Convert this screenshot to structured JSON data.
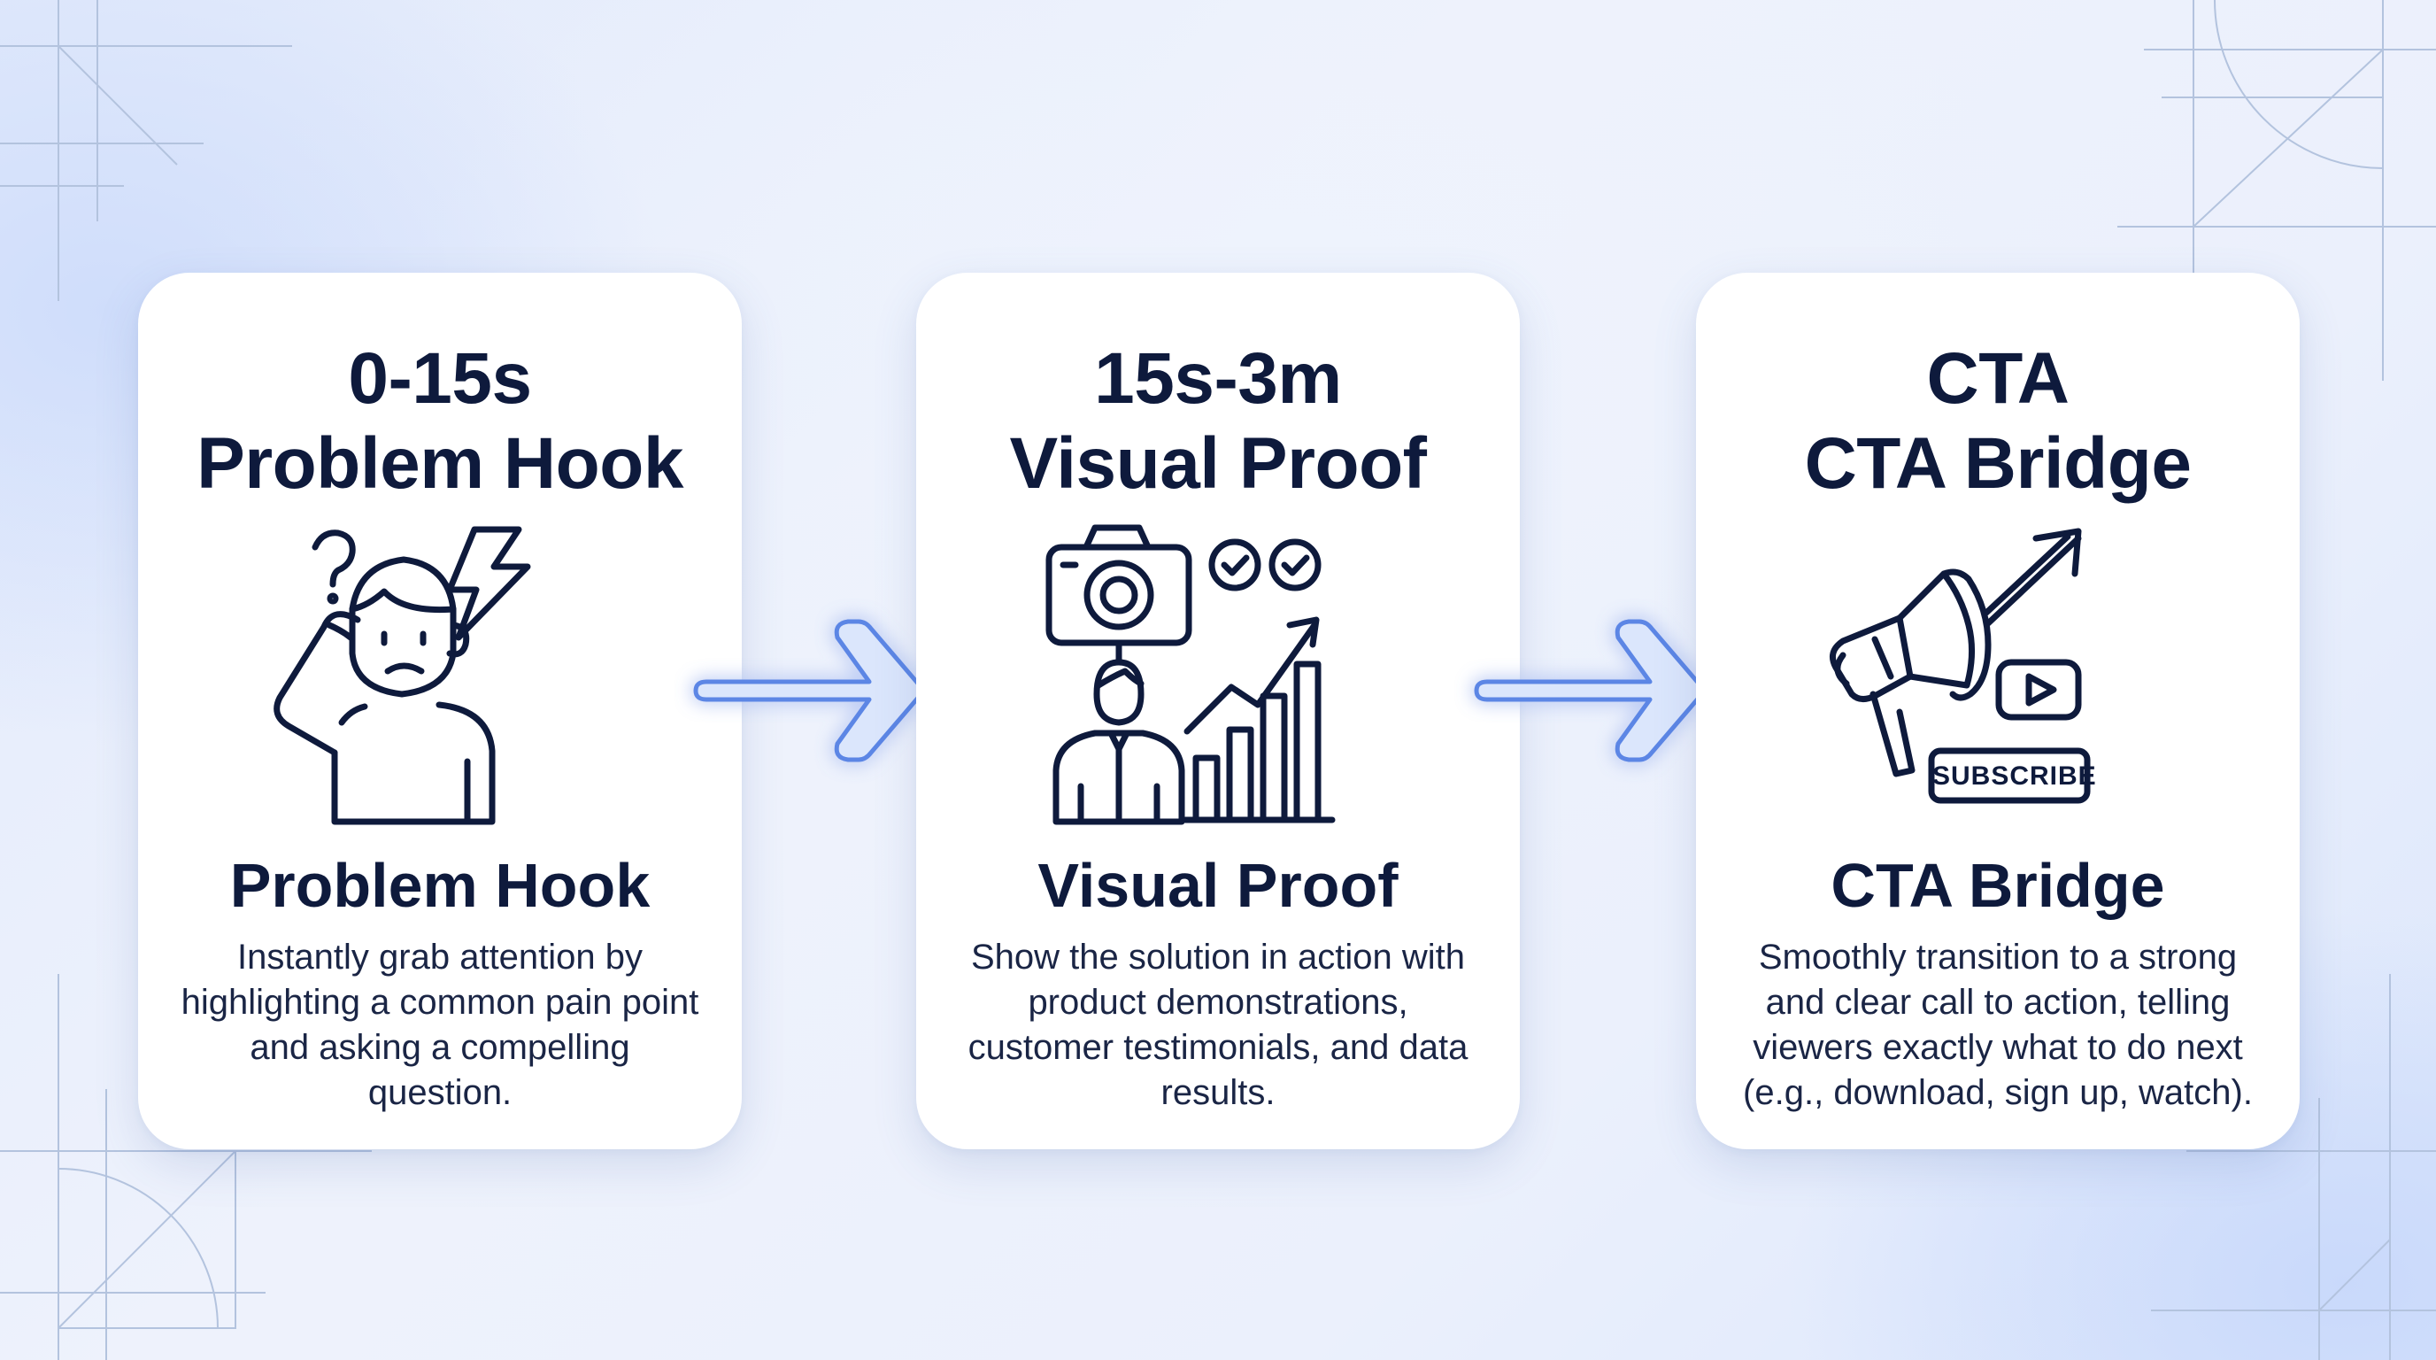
{
  "steps": [
    {
      "time": "0-15s",
      "title": "Problem Hook",
      "icon": "confused-person-icon",
      "heading": "Problem Hook",
      "description": "Instantly grab attention by highlighting a common pain point and asking a compelling question."
    },
    {
      "time": "15s-3m",
      "title": "Visual Proof",
      "icon": "camera-presenter-chart-icon",
      "heading": "Visual Proof",
      "description": "Show the solution in action with product demonstrations, customer testimonials, and data results."
    },
    {
      "time": "CTA",
      "title": "CTA Bridge",
      "icon": "megaphone-subscribe-icon",
      "heading": "CTA Bridge",
      "description": "Smoothly transition to a strong and clear call to action, telling viewers exactly what to do next (e.g., download, sign up, watch).",
      "badge": "SUBSCRIBE"
    }
  ],
  "connectors": [
    "right-arrow-icon",
    "right-arrow-icon"
  ],
  "colors": {
    "text": "#0e1a3c",
    "card": "#ffffff",
    "arrow": "#5b86e5",
    "background": "#e6edfb"
  }
}
